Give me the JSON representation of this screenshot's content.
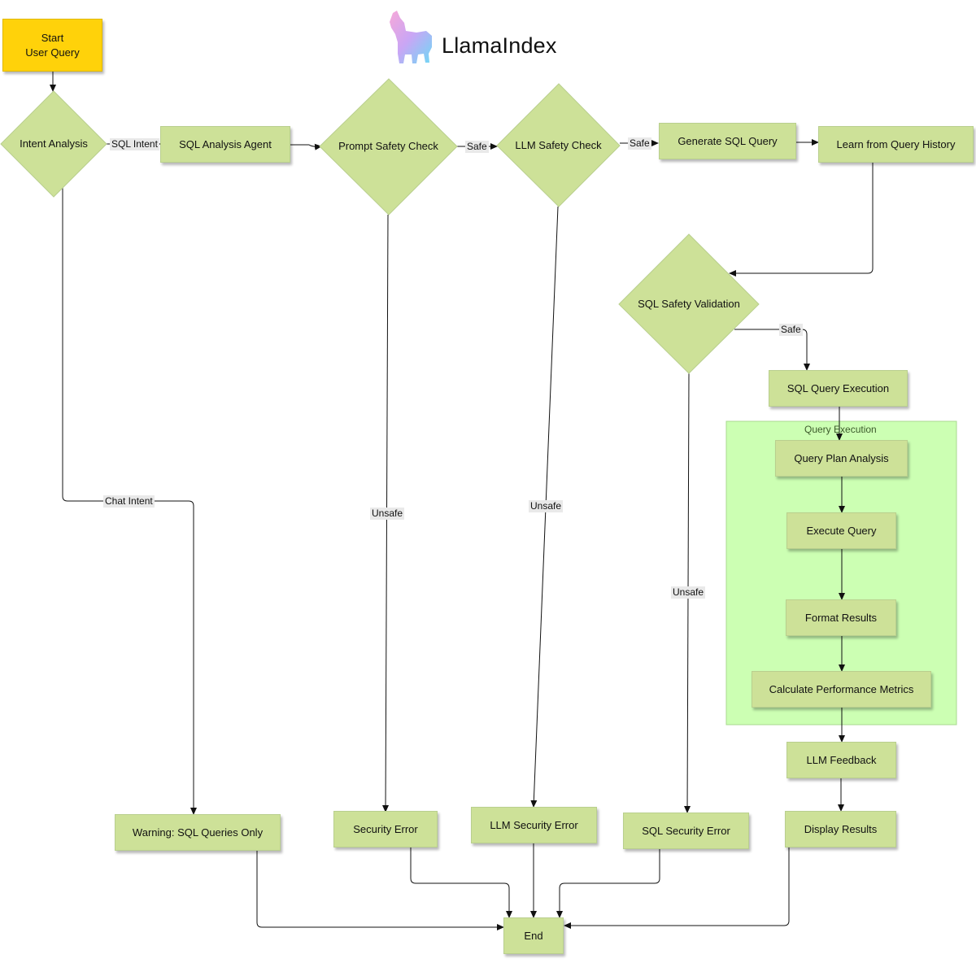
{
  "brand": {
    "name": "LlamaIndex"
  },
  "colors": {
    "start_fill": "#ffd20a",
    "node_fill": "#cde198",
    "group_fill": "#ccffb3",
    "edge": "#111111",
    "edge_label_bg": "#e9e9e9"
  },
  "nodes": {
    "start": {
      "line1": "Start",
      "line2": "User Query"
    },
    "intent_analysis": "Intent Analysis",
    "sql_analysis_agent": "SQL Analysis Agent",
    "prompt_safety_check": "Prompt Safety Check",
    "llm_safety_check": "LLM Safety Check",
    "generate_sql_query": "Generate SQL Query",
    "learn_from_query_history": "Learn from Query History",
    "sql_safety_validation": "SQL Safety Validation",
    "sql_query_execution": "SQL Query Execution",
    "query_plan_analysis": "Query Plan Analysis",
    "execute_query": "Execute Query",
    "format_results": "Format Results",
    "calculate_performance_metrics": "Calculate Performance Metrics",
    "llm_feedback": "LLM Feedback",
    "display_results": "Display Results",
    "warning_sql_only": "Warning: SQL Queries Only",
    "security_error": "Security Error",
    "llm_security_error": "LLM Security Error",
    "sql_security_error": "SQL Security Error",
    "end": "End"
  },
  "groups": {
    "query_execution": "Query Execution"
  },
  "edge_labels": {
    "sql_intent": "SQL Intent",
    "chat_intent": "Chat Intent",
    "prompt_safe": "Safe",
    "llm_safe": "Safe",
    "sqlval_safe": "Safe",
    "prompt_unsafe": "Unsafe",
    "llm_unsafe": "Unsafe",
    "sqlval_unsafe": "Unsafe"
  }
}
